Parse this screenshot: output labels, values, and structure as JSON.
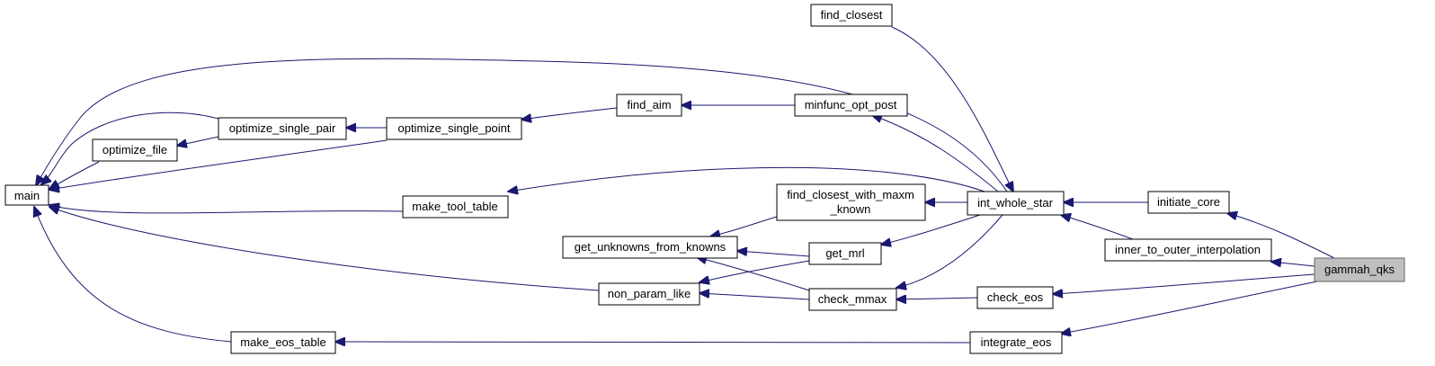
{
  "graph": {
    "colors": {
      "edge": "#191970",
      "node_border": "#000000",
      "target_fill": "#bfbfbf",
      "target_border": "#666666"
    },
    "nodes": {
      "main": "main",
      "optimize_file": "optimize_file",
      "optimize_single_pair": "optimize_single_pair",
      "optimize_single_point": "optimize_single_point",
      "make_tool_table": "make_tool_table",
      "make_eos_table": "make_eos_table",
      "get_unknowns_from_knowns": "get_unknowns_from_knowns",
      "non_param_like": "non_param_like",
      "find_aim": "find_aim",
      "find_closest": "find_closest",
      "minfunc_opt_post": "minfunc_opt_post",
      "find_closest_with_maxm_known_line1": "find_closest_with_maxm",
      "find_closest_with_maxm_known_line2": "_known",
      "get_mrl": "get_mrl",
      "check_mmax": "check_mmax",
      "int_whole_star": "int_whole_star",
      "check_eos": "check_eos",
      "integrate_eos": "integrate_eos",
      "initiate_core": "initiate_core",
      "inner_to_outer_interpolation": "inner_to_outer_interpolation",
      "gammah_qks": "gammah_qks"
    }
  }
}
